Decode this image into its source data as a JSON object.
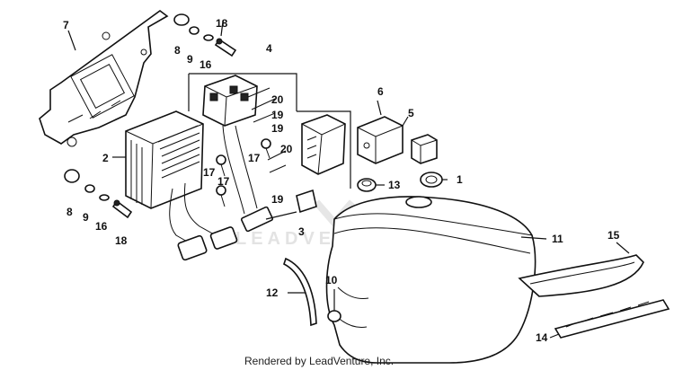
{
  "watermark": "LEADVENTURE",
  "credit": "Rendered by LeadVenture, Inc.",
  "callouts": {
    "c1": "1",
    "c2": "2",
    "c3": "3",
    "c4": "4",
    "c5": "5",
    "c6": "6",
    "c7": "7",
    "c8a": "8",
    "c8b": "8",
    "c9a": "9",
    "c9b": "9",
    "c10": "10",
    "c11": "11",
    "c12": "12",
    "c13": "13",
    "c14": "14",
    "c15": "15",
    "c16a": "16",
    "c16b": "16",
    "c17a": "17",
    "c17b": "17",
    "c17c": "17",
    "c18a": "18",
    "c18b": "18",
    "c19a": "19",
    "c19b": "19",
    "c19c": "19",
    "c20a": "20",
    "c20b": "20"
  }
}
